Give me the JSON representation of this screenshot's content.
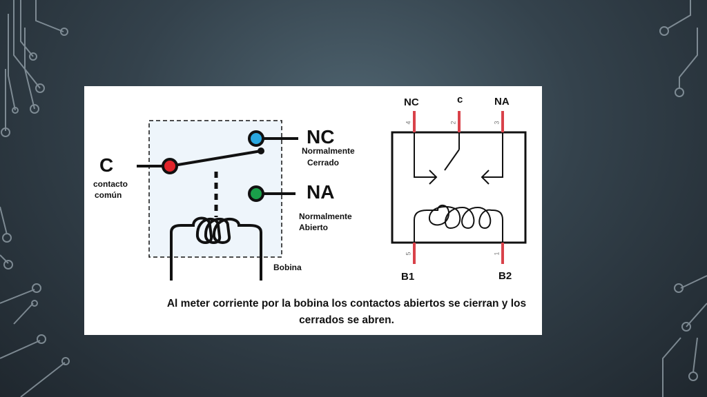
{
  "left_diagram": {
    "common_letter": "C",
    "common_desc_line1": "contacto",
    "common_desc_line2": "común",
    "nc_label": "NC",
    "nc_desc_line1": "Normalmente",
    "nc_desc_line2": "Cerrado",
    "na_label": "NA",
    "na_desc_line1": "Normalmente",
    "na_desc_line2": "Abierto",
    "coil_label": "Bobina"
  },
  "right_diagram": {
    "nc_label": "NC",
    "c_label": "c",
    "na_label": "NA",
    "b1_label": "B1",
    "b2_label": "B2",
    "pin_4": "4",
    "pin_2": "2",
    "pin_3": "3",
    "pin_5": "5",
    "pin_1": "1"
  },
  "caption": "Al meter corriente por la bobina los contactos abiertos se cierran y los cerrados se abren.",
  "colors": {
    "common_dot": "#e0242b",
    "nc_dot": "#2aa8e0",
    "na_dot": "#1aa04a",
    "pin_mark": "#d9424a",
    "panel_fill": "#ffffff",
    "relay_box_fill": "#eef5fb"
  }
}
